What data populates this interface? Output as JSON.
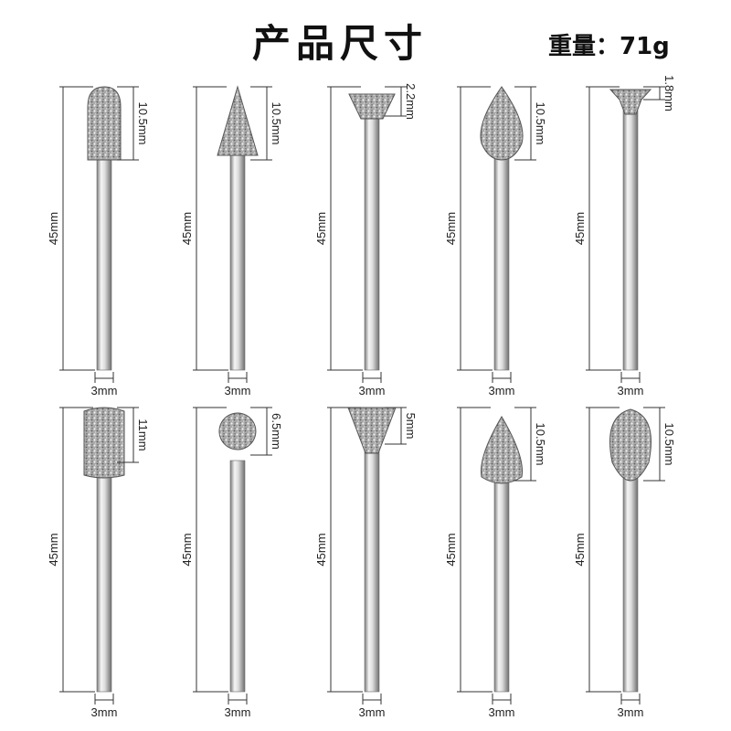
{
  "header": {
    "title": "产品尺寸",
    "weight": "重量：71g"
  },
  "colors": {
    "background": "#ffffff",
    "dimension_line": "#333333",
    "steel_light": "#f4f4f4",
    "steel_dark": "#8a8a8a",
    "grit": "#9a9a9a"
  },
  "bits": [
    {
      "shape": "cylinder-round",
      "head_label": "10.5mm",
      "shank_label": "45mm",
      "diameter_label": "3mm"
    },
    {
      "shape": "cone",
      "head_label": "10.5mm",
      "shank_label": "45mm",
      "diameter_label": "3mm"
    },
    {
      "shape": "inverted-cone-flat",
      "head_label": "2.2mm",
      "shank_label": "45mm",
      "diameter_label": "3mm"
    },
    {
      "shape": "flame",
      "head_label": "10.5mm",
      "shank_label": "45mm",
      "diameter_label": "3mm"
    },
    {
      "shape": "disc",
      "head_label": "1.8mm",
      "shank_label": "45mm",
      "diameter_label": "3mm"
    },
    {
      "shape": "cylinder",
      "head_label": "11mm",
      "shank_label": "45mm",
      "diameter_label": "3mm"
    },
    {
      "shape": "ball",
      "head_label": "6.5mm",
      "shank_label": "45mm",
      "diameter_label": "3mm"
    },
    {
      "shape": "inverted-cone",
      "head_label": "5mm",
      "shank_label": "45mm",
      "diameter_label": "3mm"
    },
    {
      "shape": "tree",
      "head_label": "10.5mm",
      "shank_label": "45mm",
      "diameter_label": "3mm"
    },
    {
      "shape": "egg",
      "head_label": "10.5mm",
      "shank_label": "45mm",
      "diameter_label": "3mm"
    }
  ]
}
